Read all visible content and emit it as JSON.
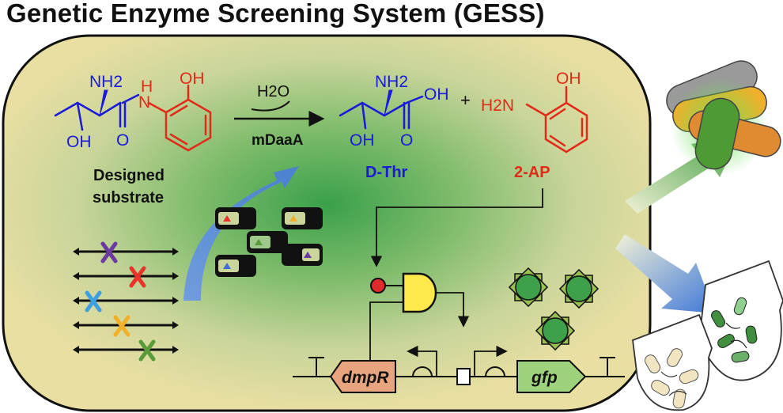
{
  "title": "Genetic Enzyme Screening System (GESS)",
  "reaction": {
    "substrate_nh2": "NH2",
    "substrate_oh_top": "OH",
    "substrate_nh": "N",
    "substrate_h": "H",
    "substrate_oh_side": "OH",
    "substrate_o": "O",
    "substrate_label_line1": "Designed",
    "substrate_label_line2": "substrate",
    "water": "H2O",
    "enzyme": "mDaaA",
    "product1_nh2": "NH2",
    "product1_oh": "OH",
    "product1_oh_side": "OH",
    "product1_o": "O",
    "product1_label": "D-Thr",
    "plus": "+",
    "product2_h2n": "H2N",
    "product2_oh": "OH",
    "product2_label": "2-AP"
  },
  "genes": {
    "regulator": "dmpR",
    "reporter": "gfp"
  },
  "colors": {
    "cell_fill": "#e9dfa3",
    "cell_center": "#3aa04a",
    "blue_text": "#1a1ad9",
    "red_text": "#e22a1a",
    "mutation_colors": [
      "#6b3aa0",
      "#e8322a",
      "#3ea0e0",
      "#f0b02a",
      "#5a9a3a"
    ],
    "regulator_fill": "#e8a47e",
    "reporter_fill": "#9ed27c",
    "gfp_protein": "#3ea04a",
    "gate_fill": "#ffe84a",
    "inducer": "#e02a2a",
    "arrow_blue": "#4f86d8"
  }
}
